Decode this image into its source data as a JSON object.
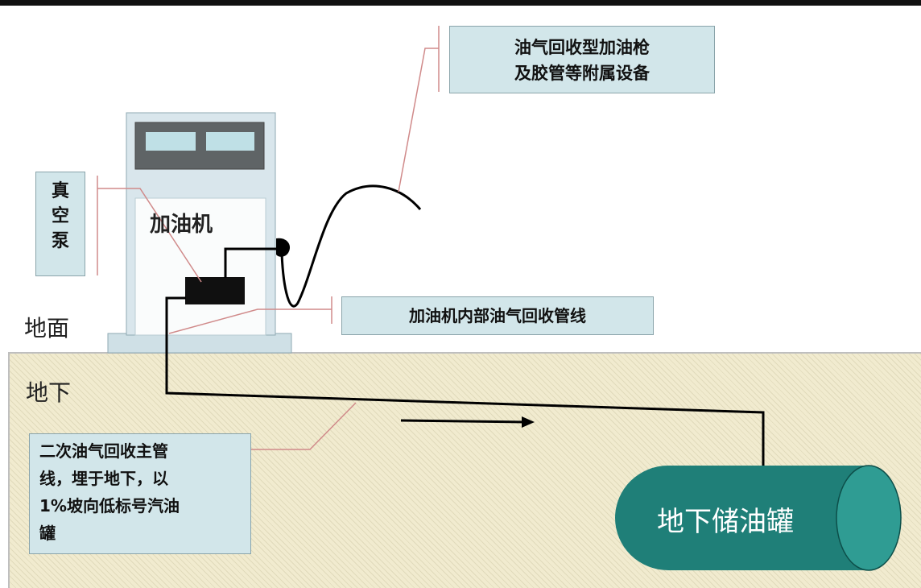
{
  "labels": {
    "surface": "地面",
    "underground": "地下",
    "dispenser": "加油机",
    "tank": "地下储油罐"
  },
  "callouts": {
    "nozzle": [
      "油气回收型加油枪",
      "及胶管等附属设备"
    ],
    "vacuum_pump": [
      "真",
      "空",
      "泵"
    ],
    "inner_pipeline": "加油机内部油气回收管线",
    "main_pipeline": [
      "二次油气回收主管",
      "线，埋于地下，以",
      "1%坡向低标号汽油",
      "罐"
    ]
  },
  "colors": {
    "callout_fill": "#d2e6ea",
    "dispenser_body": "#d9e6ec",
    "ground_fill": "#f1ebcf",
    "tank_fill": "#1f7f78",
    "leader_line": "#d08a8a"
  }
}
